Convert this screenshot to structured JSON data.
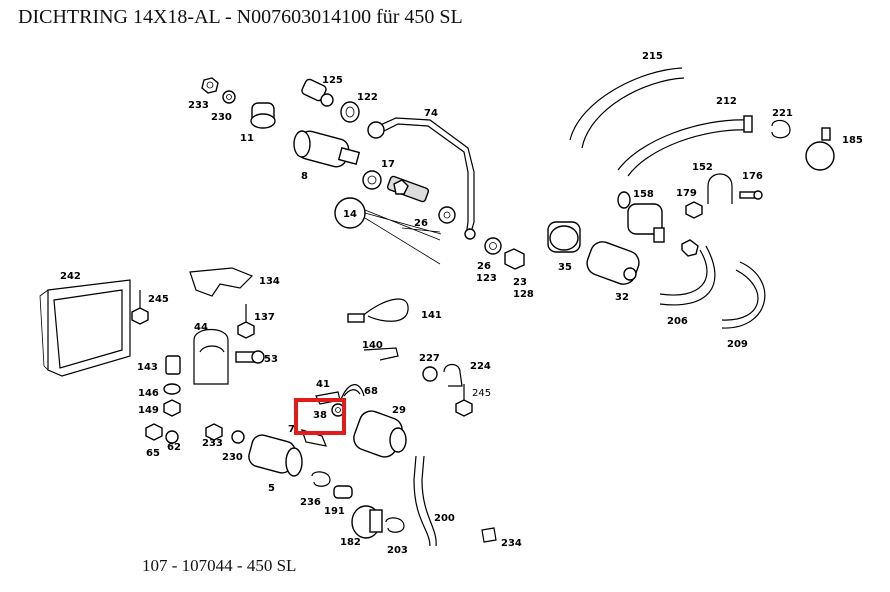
{
  "header": {
    "title": "DICHTRING 14X18-AL - N007603014100 für 450 SL"
  },
  "footer": {
    "model": "107 - 107044 - 450 SL"
  },
  "diagram": {
    "highlighted_part": "38",
    "labels": {
      "p233a": "233",
      "p230a": "230",
      "p11": "11",
      "p125": "125",
      "p122": "122",
      "p74": "74",
      "p8": "8",
      "p17": "17",
      "p14": "14",
      "p26a": "26",
      "p26b": "26",
      "p123": "123",
      "p23": "23",
      "p128": "128",
      "p215": "215",
      "p212": "212",
      "p221": "221",
      "p185": "185",
      "p152": "152",
      "p176": "176",
      "p158": "158",
      "p179": "179",
      "p35": "35",
      "p32": "32",
      "p206": "206",
      "p209": "209",
      "p242": "242",
      "p245a": "245",
      "p134": "134",
      "p137": "137",
      "p44": "44",
      "p141": "141",
      "p143": "143",
      "p53": "53",
      "p140": "140",
      "p146": "146",
      "p149": "149",
      "p227": "227",
      "p224": "224",
      "p245b": "245",
      "p41": "41",
      "p68": "68",
      "p38": "38",
      "p29": "29",
      "p7": "7",
      "p65": "65",
      "p62": "62",
      "p233b": "233",
      "p230b": "230",
      "p5": "5",
      "p236": "236",
      "p191": "191",
      "p200": "200",
      "p182": "182",
      "p203": "203",
      "p234": "234"
    }
  }
}
